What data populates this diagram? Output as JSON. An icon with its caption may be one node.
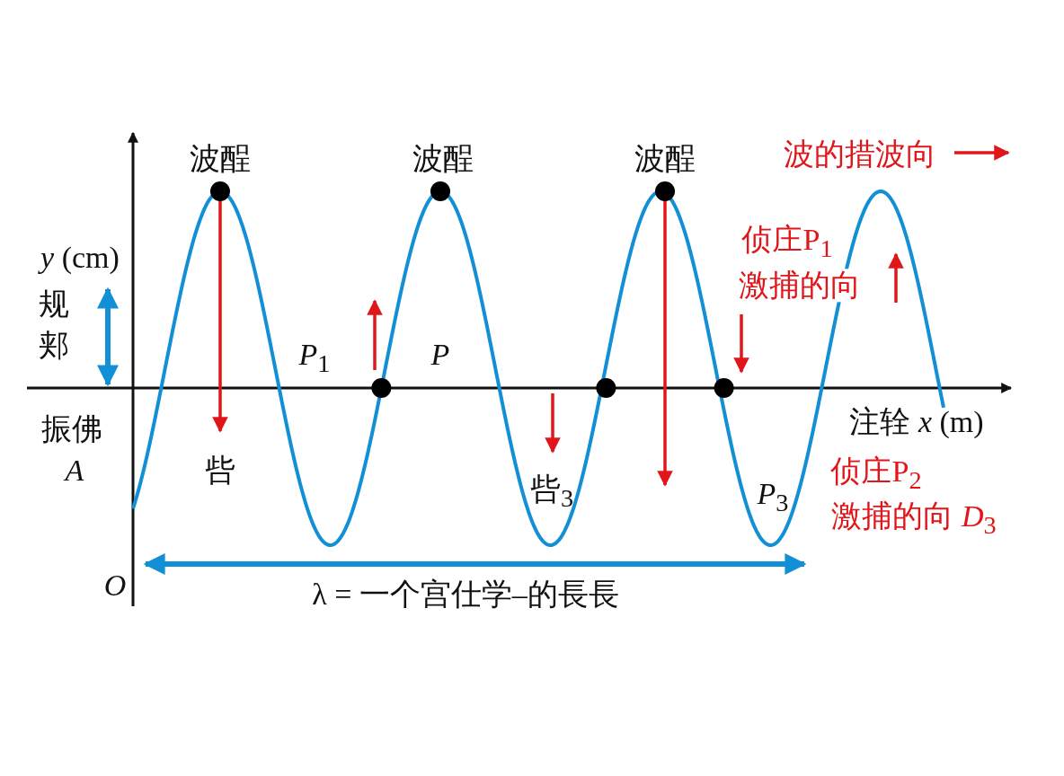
{
  "diagram": {
    "labels": [
      "波酲",
      "波酲",
      "波酲",
      "波的措波向",
      "*y* (cm)",
      "侦庄P$_{1}$",
      "激捕的向",
      "规",
      "郏",
      "*P*$_{1}$",
      "*P*",
      "振佛",
      "*A*",
      "呰",
      "呰$_{3}$",
      "注辁 *x* (m)",
      "*P*$_{3}$",
      "侦庄P$_{2}$",
      "激捕的向 *D*$_{3}$",
      "*O*",
      "λ = 一个宫仕学–的長長"
    ]
  }
}
